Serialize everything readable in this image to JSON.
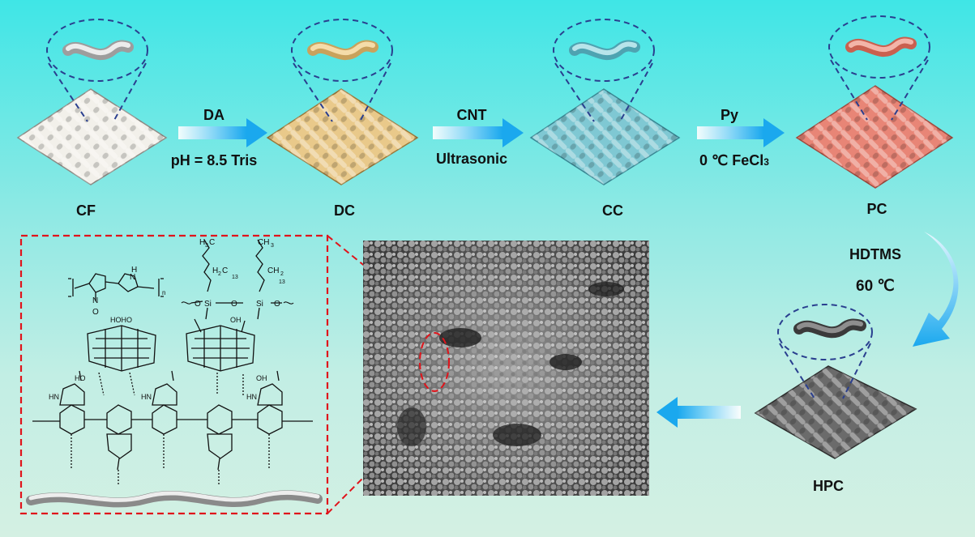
{
  "samples": {
    "cf": "CF",
    "dc": "DC",
    "cc": "CC",
    "pc": "PC",
    "hpc": "HPC"
  },
  "steps": {
    "step1_top": "DA",
    "step1_bottom": "pH = 8.5 Tris",
    "step2_top": "CNT",
    "step2_bottom": "Ultrasonic",
    "step3_top": "Py",
    "step3_bottom_prefix": "0 ℃ FeCl",
    "step3_bottom_sub": "3",
    "step4_top": "HDTMS",
    "step4_bottom": "60 ℃"
  },
  "structure": {
    "ch3_a": "H",
    "ch3_a2": "3",
    "ch3_a3": "C",
    "ch2_a": "H",
    "ch2_a2": "2",
    "ch2_a3": "C",
    "n13_a": "13",
    "ch3_b": "CH",
    "ch3_b2": "3",
    "ch2_b": "CH",
    "ch2_b2": "2",
    "n13_b": "13",
    "si": "Si",
    "o": "O",
    "n": "N",
    "nh": "NH",
    "h": "H",
    "hn": "HN",
    "oh": "OH",
    "ho": "HO",
    "hoho": "HOHO",
    "sub_n": "n"
  },
  "colors": {
    "bg_top": "#3fe6e6",
    "bg_bottom": "#d4f0e3",
    "cf_fabric": "#f2f0ea",
    "dc_fabric": "#e9c98a",
    "cc_fabric": "#7fc8d3",
    "pc_fabric": "#e88576",
    "hpc_fabric": "#6b6b6b",
    "arrow": "#29b6f0",
    "dash_blue": "#2a3f8f",
    "dash_red": "#e0141b"
  }
}
